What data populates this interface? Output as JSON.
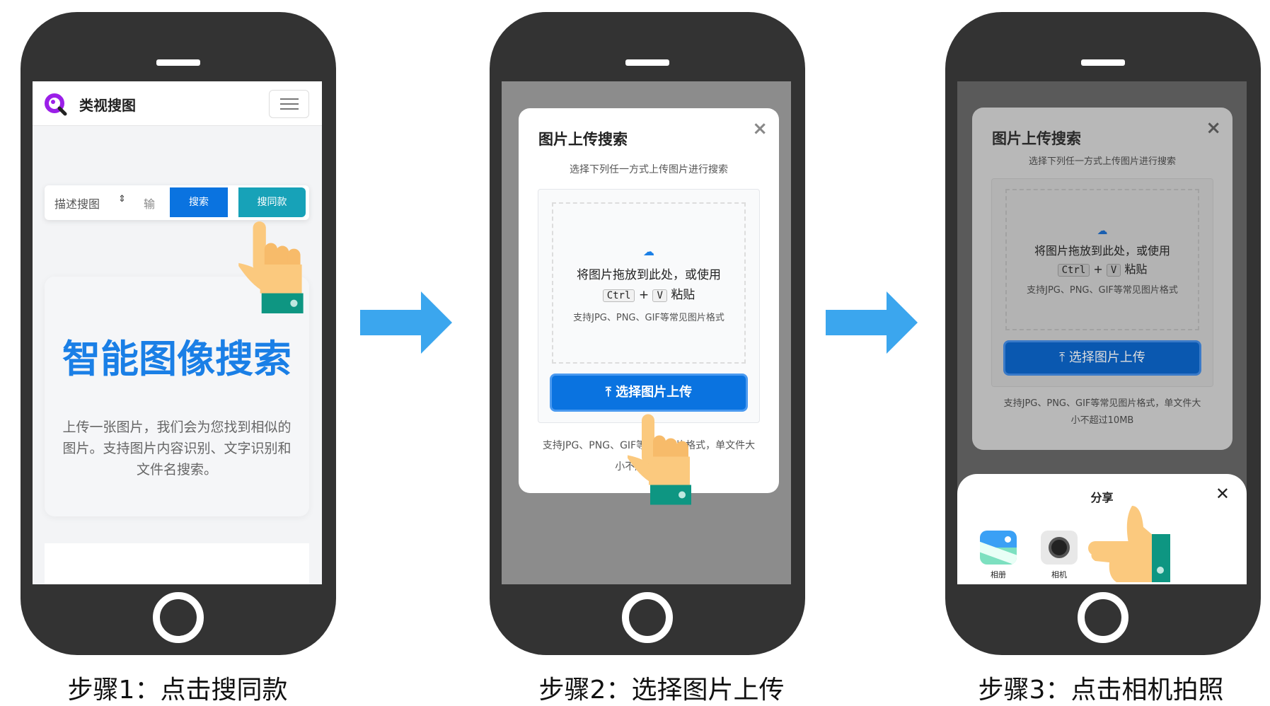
{
  "steps": [
    {
      "caption": "步骤1：点击搜同款"
    },
    {
      "caption": "步骤2：选择图片上传"
    },
    {
      "caption": "步骤3：点击相机拍照"
    }
  ],
  "step1": {
    "brand": "类视搜图",
    "search": {
      "mode": "描述搜图",
      "input_placeholder": "输",
      "search_label": "搜索",
      "same_label": "搜同款"
    },
    "hero_title": "智能图像搜索",
    "hero_desc": [
      "上传一张图片，我们会为您找到相似的",
      "图片。支持图片内容识别、文字识别和",
      "文件名搜索。"
    ]
  },
  "upload_modal": {
    "title": "图片上传搜索",
    "close": "×",
    "subtitle": "选择下列任一方式上传图片进行搜索",
    "drop_text": "将图片拖放到此处，或使用",
    "key1": "Ctrl",
    "plus": "+",
    "key2": "V",
    "paste": "粘贴",
    "formats": "支持JPG、PNG、GIF等常见图片格式",
    "button": "选择图片上传",
    "footer1": "支持JPG、PNG、GIF等常见图片格式，单文件大",
    "footer2": "小不超过10MB"
  },
  "share_sheet": {
    "title": "分享",
    "close": "✕",
    "apps": [
      {
        "label": "相册",
        "icon": "gallery-icon"
      },
      {
        "label": "相机",
        "icon": "camera-icon"
      }
    ]
  },
  "colors": {
    "phone": "#333333",
    "arrow": "#3ba6ee",
    "primary": "#0a73e0",
    "teal": "#17a2b8",
    "hand": "#fbc97e",
    "cuff": "#0e9682"
  }
}
